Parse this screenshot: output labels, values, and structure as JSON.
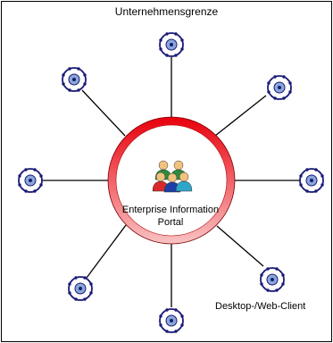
{
  "diagram": {
    "boundary_label": "Unternehmensgrenze",
    "portal": {
      "line1": "Enterprise Information",
      "line2": "Portal",
      "icon": "users-group-icon"
    },
    "clients": {
      "count": 8,
      "icon": "client-node-icon",
      "label": "Desktop-/Web-Client"
    },
    "colors": {
      "ring_outer": "#e8000c",
      "ring_inner": "#f9c3c3",
      "node_ring": "#1a1a78",
      "node_center": "#8aa8d8"
    }
  }
}
